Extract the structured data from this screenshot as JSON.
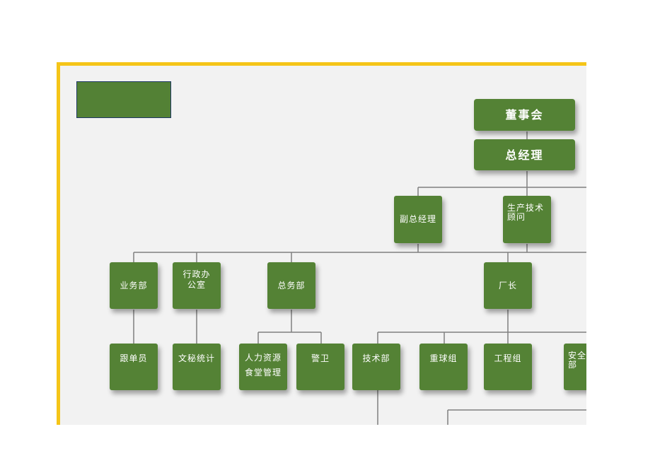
{
  "org": {
    "board": "董事会",
    "gm": "总经理",
    "deputy_gm": "副总经理",
    "tech_advisor": "生产技术\n顾问",
    "sales": "业务部",
    "admin_office": "行政办\n公室",
    "general_affairs": "总务部",
    "factory_director": "厂长",
    "follower": "跟单员",
    "secretary": "文秘统计",
    "hr": "人力资源",
    "canteen": "食堂管理",
    "guard": "警卫",
    "tech_dept": "技术部",
    "ball_group": "重球组",
    "engineering_group": "工程组",
    "safety_dept": "安全\n部"
  },
  "colors": {
    "box": "#548235",
    "frame": "#f5c518",
    "line": "#808080",
    "canvas": "#f2f2f2"
  }
}
